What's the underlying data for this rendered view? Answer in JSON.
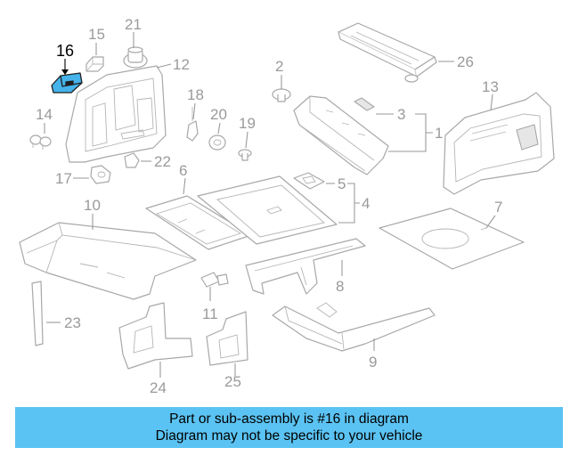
{
  "diagram": {
    "highlighted_part": "16",
    "callouts": {
      "c1": "1",
      "c2": "2",
      "c3": "3",
      "c4": "4",
      "c5": "5",
      "c6": "6",
      "c7": "7",
      "c8": "8",
      "c9": "9",
      "c10": "10",
      "c11": "11",
      "c12": "12",
      "c13": "13",
      "c14": "14",
      "c15": "15",
      "c16": "16",
      "c17": "17",
      "c18": "18",
      "c19": "19",
      "c20": "20",
      "c21": "21",
      "c22": "22",
      "c23": "23",
      "c24": "24",
      "c25": "25",
      "c26": "26"
    },
    "colors": {
      "highlight": "#45b3ea",
      "banner": "#5bc3f3",
      "line_art": "#a8a8a8"
    }
  },
  "banner": {
    "line1": "Part or sub-assembly is #16 in diagram",
    "line2": "Diagram may not be specific to your vehicle"
  }
}
